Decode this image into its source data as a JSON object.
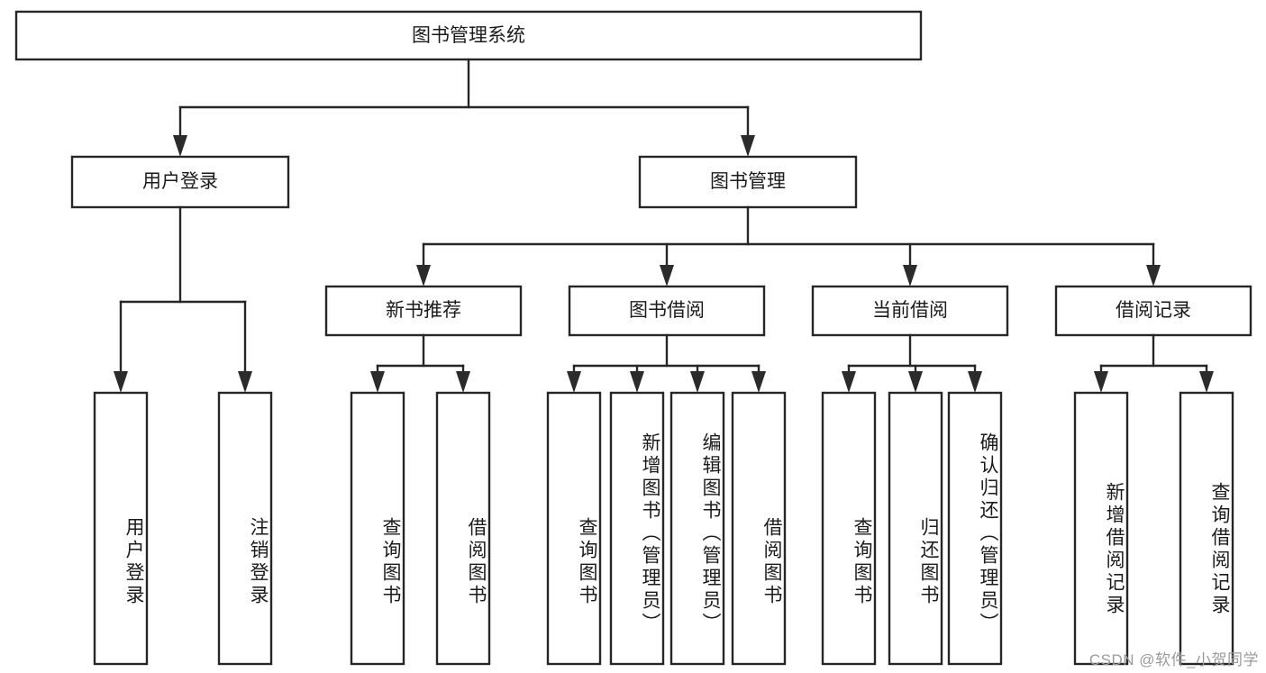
{
  "diagram": {
    "title": "图书管理系统",
    "type": "tree-hierarchy",
    "root": {
      "id": "root",
      "label": "图书管理系统"
    },
    "level2": [
      {
        "id": "user-login",
        "label": "用户登录"
      },
      {
        "id": "book-management",
        "label": "图书管理"
      }
    ],
    "level3": [
      {
        "id": "new-book-recommend",
        "label": "新书推荐",
        "parent": "book-management"
      },
      {
        "id": "book-borrow",
        "label": "图书借阅",
        "parent": "book-management"
      },
      {
        "id": "current-borrow",
        "label": "当前借阅",
        "parent": "book-management"
      },
      {
        "id": "borrow-record",
        "label": "借阅记录",
        "parent": "book-management"
      }
    ],
    "leaves": [
      {
        "id": "leaf-user-login",
        "label": "用户登录",
        "parent": "user-login"
      },
      {
        "id": "leaf-logout-login",
        "label": "注销登录",
        "parent": "user-login"
      },
      {
        "id": "leaf-query-book-1",
        "label": "查询图书",
        "parent": "new-book-recommend"
      },
      {
        "id": "leaf-borrow-book-1",
        "label": "借阅图书",
        "parent": "new-book-recommend"
      },
      {
        "id": "leaf-query-book-2",
        "label": "查询图书",
        "parent": "book-borrow"
      },
      {
        "id": "leaf-add-book-admin",
        "label": "新增图书（管理员）",
        "parent": "book-borrow"
      },
      {
        "id": "leaf-edit-book-admin",
        "label": "编辑图书（管理员）",
        "parent": "book-borrow"
      },
      {
        "id": "leaf-borrow-book-2",
        "label": "借阅图书",
        "parent": "book-borrow"
      },
      {
        "id": "leaf-query-book-3",
        "label": "查询图书",
        "parent": "current-borrow"
      },
      {
        "id": "leaf-return-book",
        "label": "归还图书",
        "parent": "current-borrow"
      },
      {
        "id": "leaf-confirm-return-admin",
        "label": "确认归还（管理员）",
        "parent": "current-borrow"
      },
      {
        "id": "leaf-add-borrow-record",
        "label": "新增借阅记录",
        "parent": "borrow-record"
      },
      {
        "id": "leaf-query-borrow-record",
        "label": "查询借阅记录",
        "parent": "borrow-record"
      }
    ],
    "watermark": "CSDN @软件_小贺同学",
    "colors": {
      "box_stroke": "#262626",
      "box_fill": "#ffffff",
      "text": "#1b1b1b",
      "watermark": "#9b9b9b",
      "background": "#ffffff"
    }
  }
}
